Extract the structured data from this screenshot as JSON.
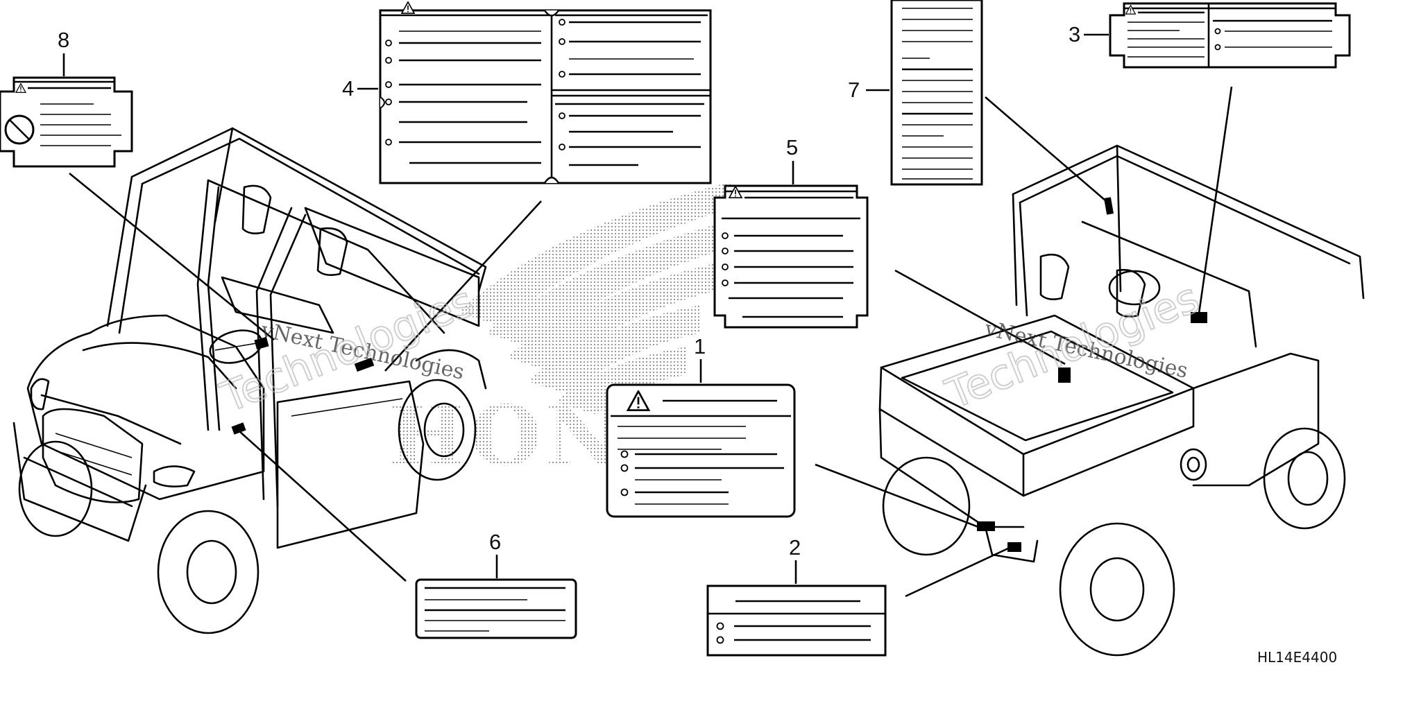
{
  "diagram": {
    "part_code": "HL14E4400",
    "callouts": [
      "1",
      "2",
      "3",
      "4",
      "5",
      "6",
      "7",
      "8"
    ],
    "watermark_text": "vNext Technologies",
    "watermark_outline": "Technologies",
    "brand_logo_text": "HONDA",
    "colors": {
      "line": "#000000",
      "paper": "#ffffff",
      "logo_dots": "#8a8a8a"
    },
    "icons": [
      "warning-triangle-icon",
      "no-passenger-icon"
    ]
  }
}
